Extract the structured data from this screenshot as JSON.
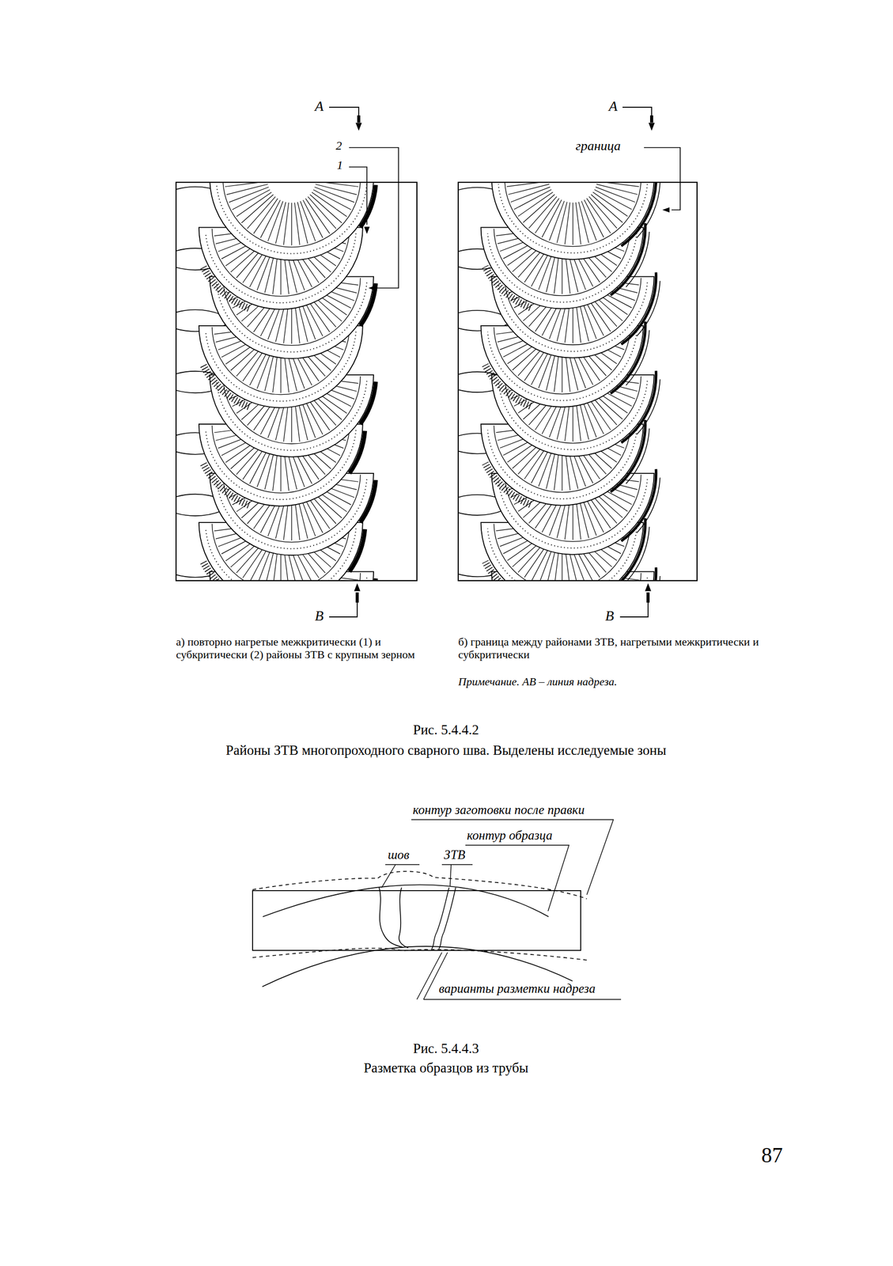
{
  "diagram": {
    "labels": [
      "A",
      "2",
      "1",
      "B",
      "A",
      "граница",
      "B",
      "а) повторно нагретые межкритически (1) и субкритически (2) районы ЗТВ с крупным зерном",
      "б) граница между районами ЗТВ, нагретыми межкритически и субкритически",
      "Примечание. AB – линия надреза.",
      "Рис. 5.4.4.2",
      "Районы ЗТВ многопроходного сварного шва. Выделены исследуемые зоны",
      "контур заготовки после правки",
      "контур образца",
      "шов",
      "ЗТВ",
      "варианты разметки надреза",
      "Рис. 5.4.4.3",
      "Разметка образцов из трубы",
      "87"
    ]
  }
}
